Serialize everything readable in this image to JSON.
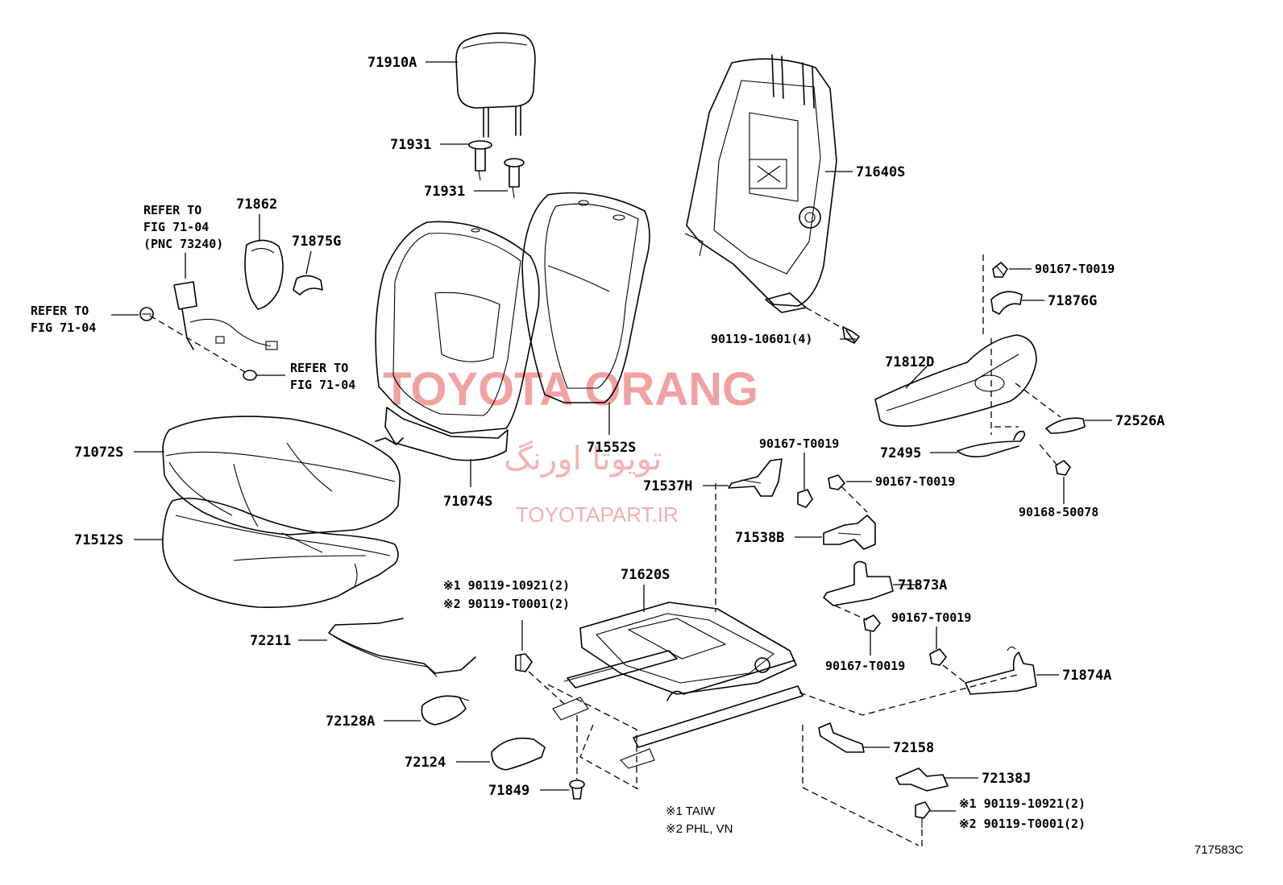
{
  "diagram": {
    "figure_code": "717583C",
    "watermark": {
      "brand": "TOYOTA ORANG",
      "brand_fa": "تویوتا اورنگ",
      "site": "TOYOTAPART.IR"
    },
    "refs": {
      "ref_a_line1": "REFER TO",
      "ref_a_line2": "FIG 71-04",
      "ref_a_line3": "(PNC 73240)",
      "ref_b_line1": "REFER TO",
      "ref_b_line2": "FIG 71-04",
      "ref_c_line1": "REFER TO",
      "ref_c_line2": "FIG 71-04"
    },
    "parts": {
      "p71910A": "71910A",
      "p71931a": "71931",
      "p71931b": "71931",
      "p71862": "71862",
      "p71875G": "71875G",
      "p71640S": "71640S",
      "p90167a": "90167-T0019",
      "p71876G": "71876G",
      "p90119_10601": "90119-10601(4)",
      "p71812D": "71812D",
      "p72526A": "72526A",
      "p72495": "72495",
      "p90168": "90168-50078",
      "p71552S": "71552S",
      "p71074S": "71074S",
      "p71072S": "71072S",
      "p71512S": "71512S",
      "p90167b": "90167-T0019",
      "p71537H": "71537H",
      "p90167c": "90167-T0019",
      "p71538B": "71538B",
      "p71620S": "71620S",
      "p71873A": "71873A",
      "p90167d": "90167-T0019",
      "p90167e": "90167-T0019",
      "p71874A": "71874A",
      "p72211": "72211",
      "p72128A": "72128A",
      "p72124": "72124",
      "p71849": "71849",
      "p72158": "72158",
      "p72138J": "72138J"
    },
    "footnote_parts_left": {
      "line1": "※1 90119-10921(2)",
      "line2": "※2 90119-T0001(2)"
    },
    "footnote_parts_right": {
      "line1": "※1 90119-10921(2)",
      "line2": "※2 90119-T0001(2)"
    },
    "legend": {
      "line1": "※1  TAIW",
      "line2": "※2  PHL, VN"
    }
  }
}
